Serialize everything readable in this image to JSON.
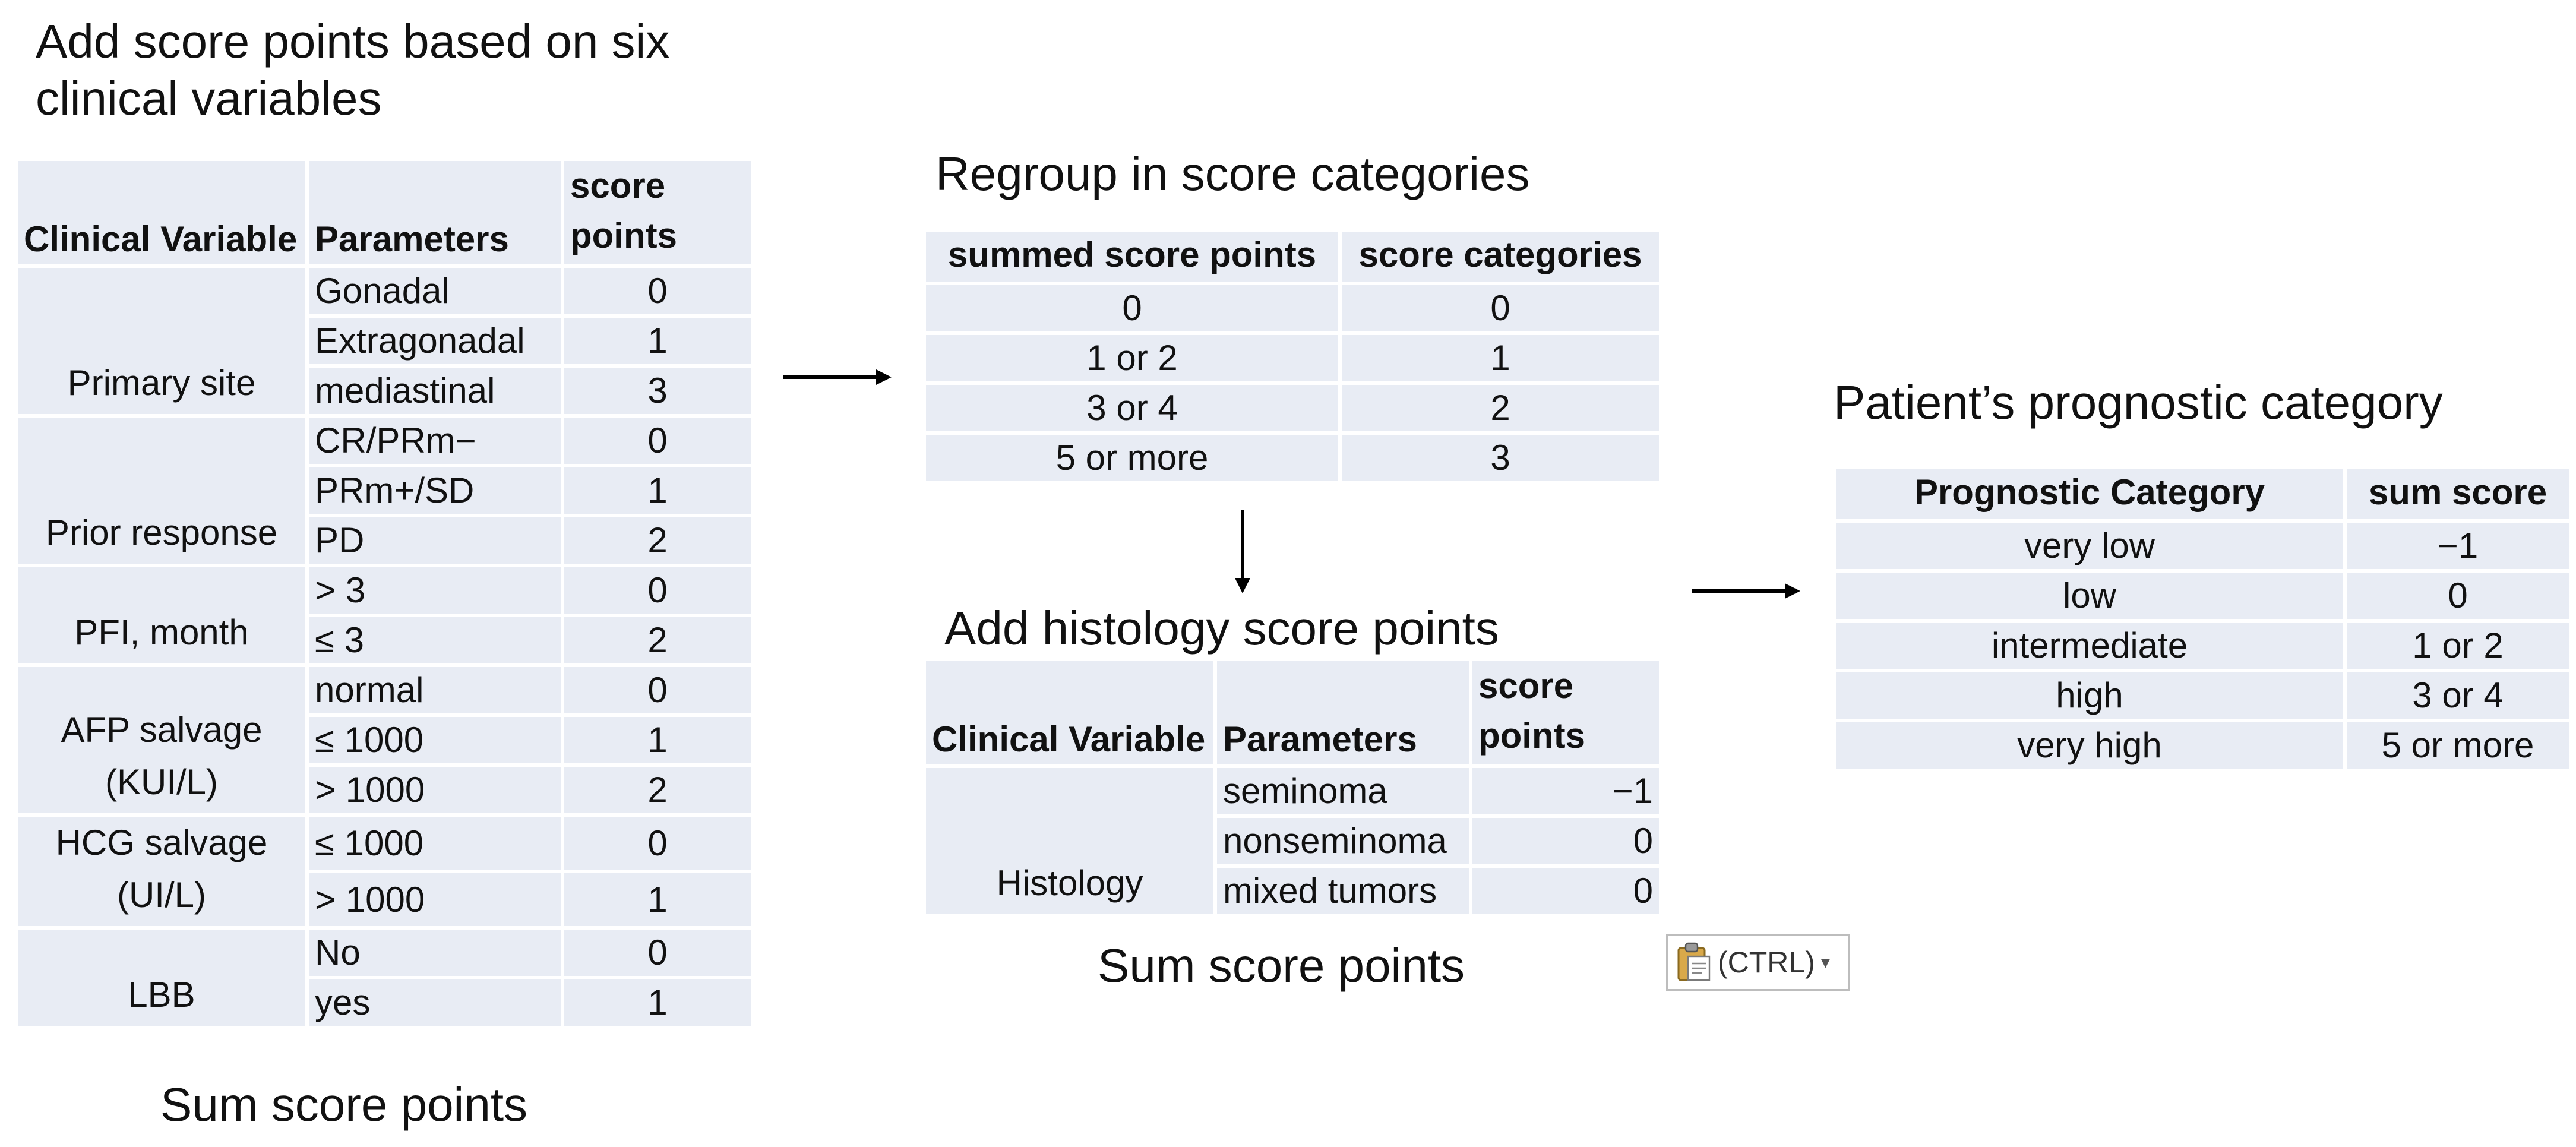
{
  "step1": {
    "title": "Add score points based on six\nclinical variables",
    "table": {
      "headers": [
        "Clinical Variable",
        "Parameters",
        "score\npoints"
      ],
      "groups": [
        {
          "variable": "Primary site",
          "rows": [
            {
              "param": "Gonadal",
              "points": "0"
            },
            {
              "param": "Extragonadal",
              "points": "1"
            },
            {
              "param": "mediastinal",
              "points": "3"
            }
          ]
        },
        {
          "variable": "Prior response",
          "rows": [
            {
              "param": "CR/PRm−",
              "points": "0"
            },
            {
              "param": "PRm+/SD",
              "points": "1"
            },
            {
              "param": "PD",
              "points": "2"
            }
          ]
        },
        {
          "variable": "PFI, month",
          "rows": [
            {
              "param": "> 3",
              "points": "0"
            },
            {
              "param": "≤ 3",
              "points": "2"
            }
          ]
        },
        {
          "variable": "AFP salvage\n(KUI/L)",
          "rows": [
            {
              "param": "normal",
              "points": "0"
            },
            {
              "param": "≤ 1000",
              "points": "1"
            },
            {
              "param": "> 1000",
              "points": "2"
            }
          ]
        },
        {
          "variable": "HCG salvage\n(UI/L)",
          "rows": [
            {
              "param": "≤ 1000",
              "points": "0"
            },
            {
              "param": "> 1000",
              "points": "1"
            }
          ]
        },
        {
          "variable": "LBB",
          "rows": [
            {
              "param": "No",
              "points": "0"
            },
            {
              "param": "yes",
              "points": "1"
            }
          ]
        }
      ]
    },
    "caption": "Sum score points"
  },
  "step2": {
    "title": "Regroup in score categories",
    "table": {
      "headers": [
        "summed score points",
        "score categories"
      ],
      "rows": [
        [
          "0",
          "0"
        ],
        [
          "1 or 2",
          "1"
        ],
        [
          "3 or 4",
          "2"
        ],
        [
          "5 or more",
          "3"
        ]
      ]
    }
  },
  "step3": {
    "title": "Add histology score points",
    "table": {
      "headers": [
        "Clinical Variable",
        "Parameters",
        "score\npoints"
      ],
      "groups": [
        {
          "variable": "Histology",
          "rows": [
            {
              "param": "seminoma",
              "points": "−1"
            },
            {
              "param": "nonseminoma",
              "points": "0"
            },
            {
              "param": "mixed tumors",
              "points": "0"
            }
          ]
        }
      ]
    },
    "caption": "Sum score points"
  },
  "step4": {
    "title": "Patient’s prognostic category",
    "table": {
      "headers": [
        "Prognostic Category",
        "sum score"
      ],
      "rows": [
        [
          "very low",
          "−1"
        ],
        [
          "low",
          "0"
        ],
        [
          "intermediate",
          "1 or 2"
        ],
        [
          "high",
          "3 or 4"
        ],
        [
          "very high",
          "5 or more"
        ]
      ]
    }
  },
  "paste_options": {
    "label": "(CTRL)",
    "icon": "clipboard-icon",
    "caret": "▾"
  },
  "colors": {
    "cell_background": "#e8ecf4",
    "text": "#111111",
    "arrow": "#000000"
  }
}
